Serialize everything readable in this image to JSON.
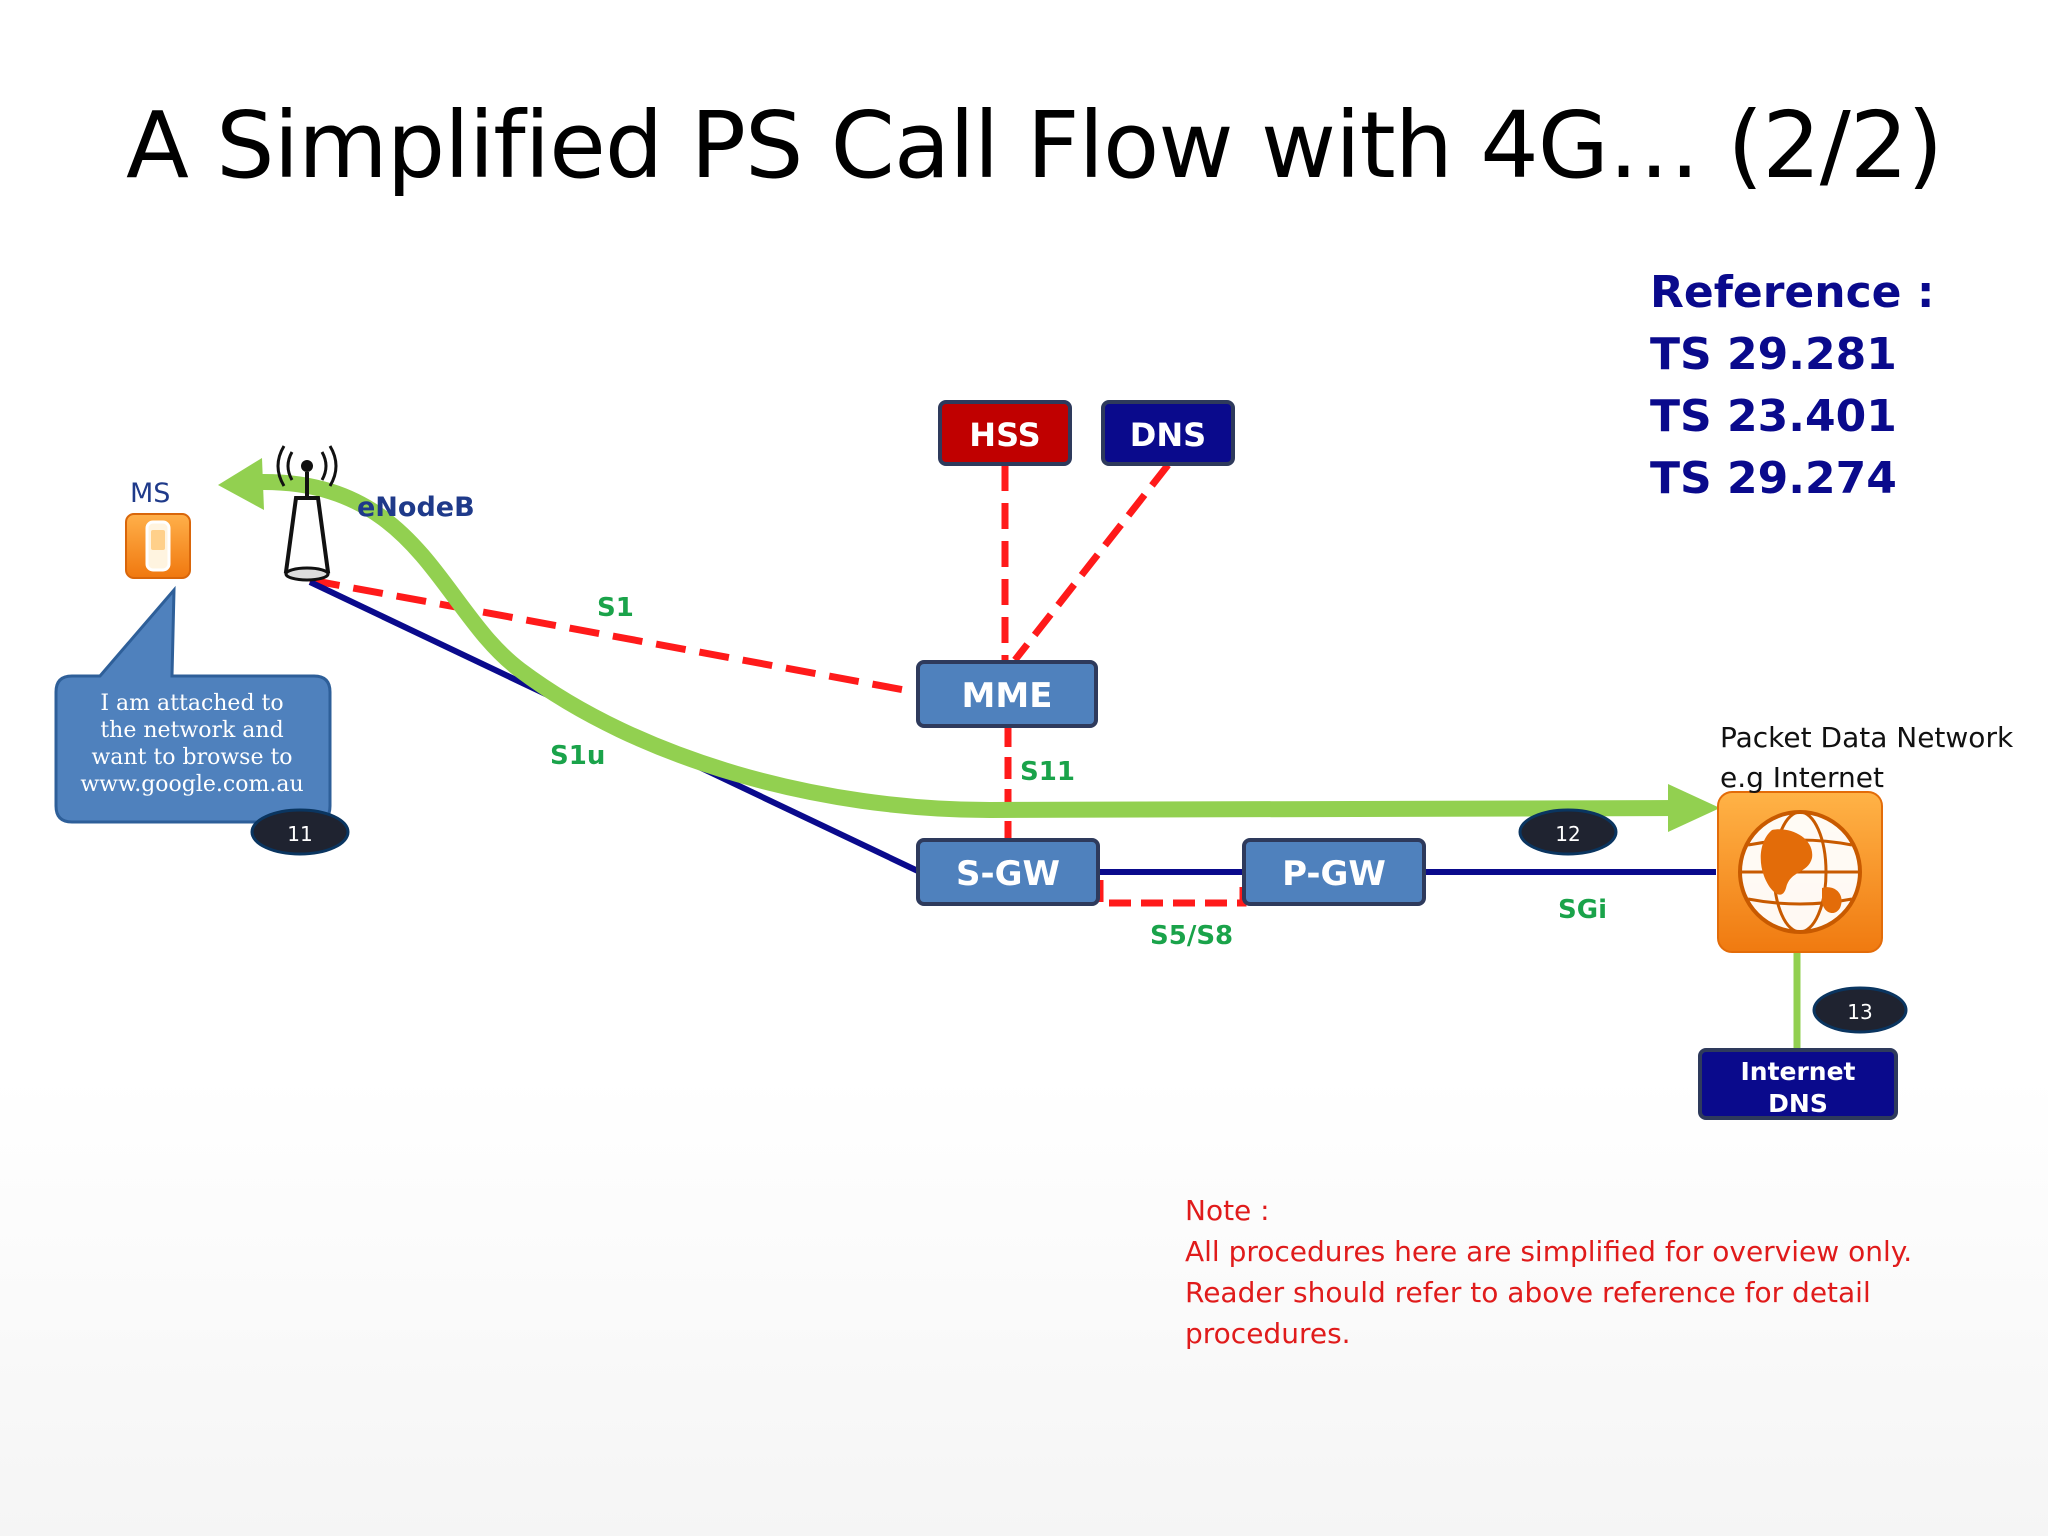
{
  "title": "A Simplified PS Call Flow with 4G… (2/2)",
  "reference": {
    "heading": "Reference :",
    "specs": [
      "TS 29.281",
      "TS 23.401",
      "TS 29.274"
    ]
  },
  "nodes": {
    "hss": "HSS",
    "dns": "DNS",
    "mme": "MME",
    "sgw": "S-GW",
    "pgw": "P-GW",
    "internet_dns_line1": "Internet",
    "internet_dns_line2": "DNS",
    "ms": "MS",
    "enodeb": "eNodeB"
  },
  "interfaces": {
    "s1": "S1",
    "s1u": "S1u",
    "s11": "S11",
    "s5s8": "S5/S8",
    "sgi": "SGi"
  },
  "steps": [
    "11",
    "12",
    "13"
  ],
  "bubble": [
    "I am attached to",
    "the network and",
    "want to browse to",
    "www.google.com.au"
  ],
  "pdn": [
    "Packet Data Network",
    "e.g Internet"
  ],
  "note": {
    "heading": "Note :",
    "lines": [
      "All procedures here are simplified for overview only.",
      "Reader should refer to above reference for detail",
      "procedures."
    ]
  },
  "colors": {
    "node_blue": "#4f81bd",
    "node_navy": "#0a0a8c",
    "node_red": "#c00000",
    "control_line": "#ff1a1a",
    "user_line": "#0a0a8c",
    "flow_arrow": "#92d050",
    "label_green": "#1aa34a"
  }
}
